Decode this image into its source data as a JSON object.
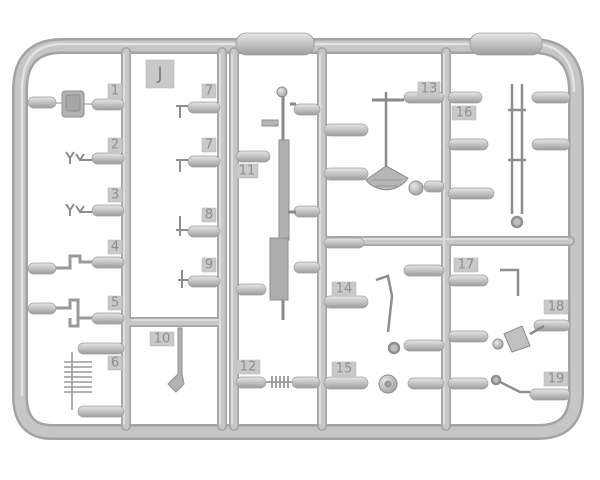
{
  "sprue": {
    "letter": "J",
    "part_numbers": [
      "1",
      "2",
      "3",
      "4",
      "5",
      "6",
      "7",
      "7",
      "8",
      "9",
      "10",
      "11",
      "12",
      "13",
      "14",
      "15",
      "16",
      "17",
      "18",
      "19"
    ]
  },
  "colors": {
    "background": "#ffffff",
    "plastic": "#c2c2c2",
    "plastic_shadow": "#9d9d9d",
    "plastic_highlight": "#e3e3e3",
    "label_text": "#8e8e8e"
  }
}
